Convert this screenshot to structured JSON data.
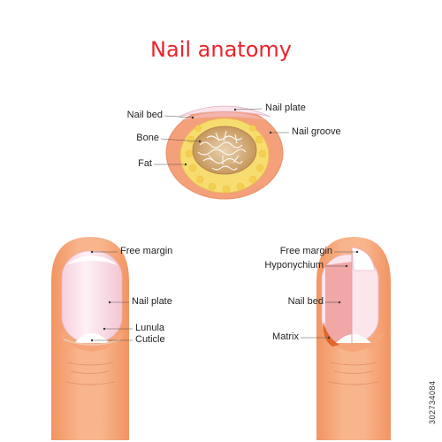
{
  "title": "Nail anatomy",
  "cross_section": {
    "labels": {
      "nail_bed": "Nail bed",
      "nail_plate": "Nail plate",
      "bone": "Bone",
      "nail_groove": "Nail groove",
      "fat": "Fat"
    }
  },
  "finger_front": {
    "labels": {
      "free_margin": "Free margin",
      "nail_plate": "Nail plate",
      "lunula": "Lunula",
      "cuticle": "Cuticle"
    }
  },
  "finger_section": {
    "labels": {
      "free_margin": "Free margin",
      "hyponychium": "Hyponychium",
      "nail_bed": "Nail bed",
      "matrix": "Matrix"
    }
  },
  "stock_id": "302734084",
  "colors": {
    "title": "#e8242b",
    "skin": "#f6a77c",
    "skin_light": "#fbd1b6",
    "fat": "#f7dc6f",
    "nail": "#fbe3ea",
    "nail_bed": "#f0a7a5",
    "matrix": "#e2662b",
    "bone": "#c99a5f"
  }
}
